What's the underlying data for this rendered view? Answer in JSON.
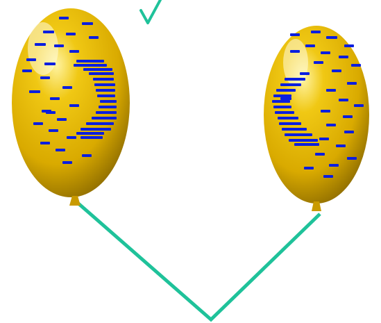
{
  "scene": {
    "background_color": "#ffffff",
    "line_color": "#1fc29a",
    "check_color": "#1fc29a",
    "balloon_color": "#e8b800",
    "balloon_highlight_color": "#fff6b0",
    "balloon_shadow_color": "#9c7a00",
    "dash_color": "#0a1ee0"
  },
  "icons": {
    "checkmark": "checkmark-icon"
  },
  "balloons": [
    {
      "id": "left",
      "pattern_icon": "crescent-pattern",
      "pattern_orientation": "opens-left"
    },
    {
      "id": "right",
      "pattern_icon": "crescent-pattern",
      "pattern_orientation": "opens-right"
    }
  ]
}
